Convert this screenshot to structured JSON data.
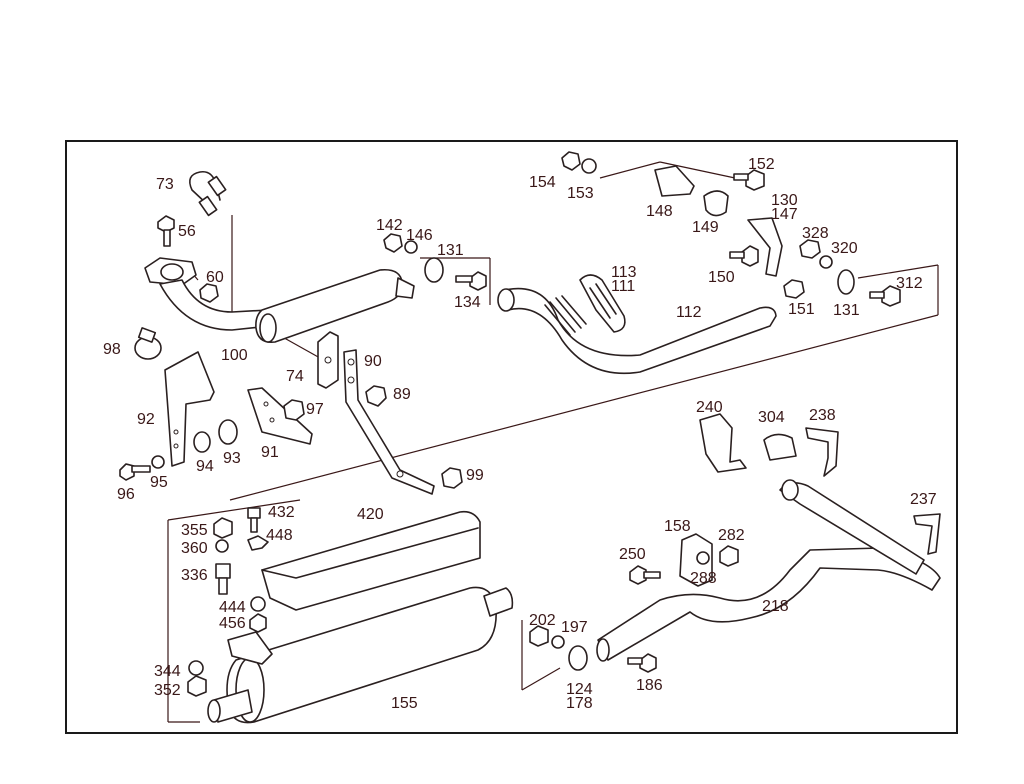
{
  "diagram": {
    "labels": {
      "p73": "73",
      "p56": "56",
      "p60": "60",
      "p98": "98",
      "p100": "100",
      "p74": "74",
      "p90": "90",
      "p89": "89",
      "p99": "99",
      "p92": "92",
      "p97": "97",
      "p91": "91",
      "p93": "93",
      "p94": "94",
      "p95": "95",
      "p96": "96",
      "p142": "142",
      "p146": "146",
      "p131a": "131",
      "p134": "134",
      "p154": "154",
      "p153": "153",
      "p148": "148",
      "p152": "152",
      "p149": "149",
      "p130": "130",
      "p147": "147",
      "p150": "150",
      "p113": "113",
      "p111": "111",
      "p112": "112",
      "p328": "328",
      "p320": "320",
      "p151": "151",
      "p131b": "131",
      "p312": "312",
      "p240": "240",
      "p304": "304",
      "p238": "238",
      "p237": "237",
      "p432": "432",
      "p355": "355",
      "p448": "448",
      "p360": "360",
      "p336": "336",
      "p444": "444",
      "p456": "456",
      "p344": "344",
      "p352": "352",
      "p420": "420",
      "p155": "155",
      "p202": "202",
      "p197": "197",
      "p124": "124",
      "p178": "178",
      "p158": "158",
      "p250": "250",
      "p282": "282",
      "p288": "288",
      "p218": "218",
      "p186": "186"
    }
  }
}
